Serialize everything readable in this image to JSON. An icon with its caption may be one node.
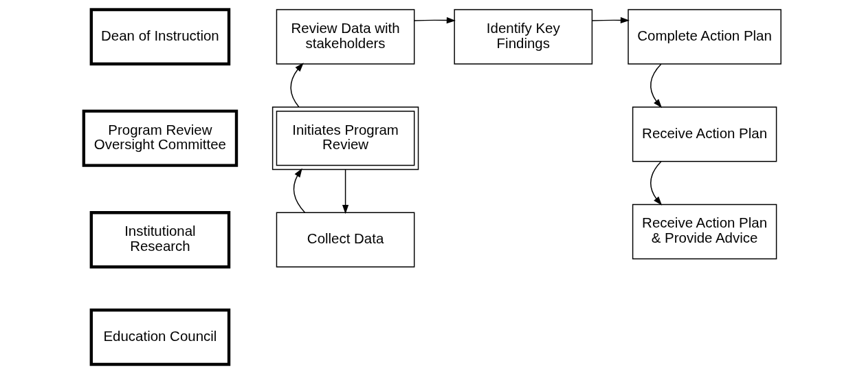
{
  "diagram": {
    "nodes": [
      {
        "text": [
          "Dean of Instruction"
        ]
      },
      {
        "text": [
          "Program Review Oversight Committee"
        ]
      },
      {
        "text": [
          "Institutional Research"
        ]
      },
      {
        "text": [
          "Education Council"
        ]
      },
      {
        "text": [
          "Review Data with stakeholders"
        ]
      },
      {
        "text": [
          "Identify Key Findings"
        ]
      },
      {
        "text": [
          "Complete Action Plan"
        ]
      },
      {
        "text": [
          "Initiates Program Review"
        ]
      },
      {
        "text": [
          "Collect Data"
        ]
      },
      {
        "text": [
          "Receive Action Plan"
        ]
      },
      {
        "text": [
          "Receive Action Plan & Provide Advice"
        ]
      }
    ],
    "edges": [
      {
        "from": 7,
        "to": 4,
        "arrow": "to"
      },
      {
        "from": 4,
        "to": 5,
        "arrow": "to"
      },
      {
        "from": 5,
        "to": 6,
        "arrow": "to"
      },
      {
        "from": 6,
        "to": 9,
        "arrow": "to"
      },
      {
        "from": 9,
        "to": 10,
        "arrow": "to"
      },
      {
        "from": 7,
        "to": 8,
        "arrow": "to"
      },
      {
        "from": 8,
        "to": 7,
        "arrow": "to"
      }
    ]
  }
}
